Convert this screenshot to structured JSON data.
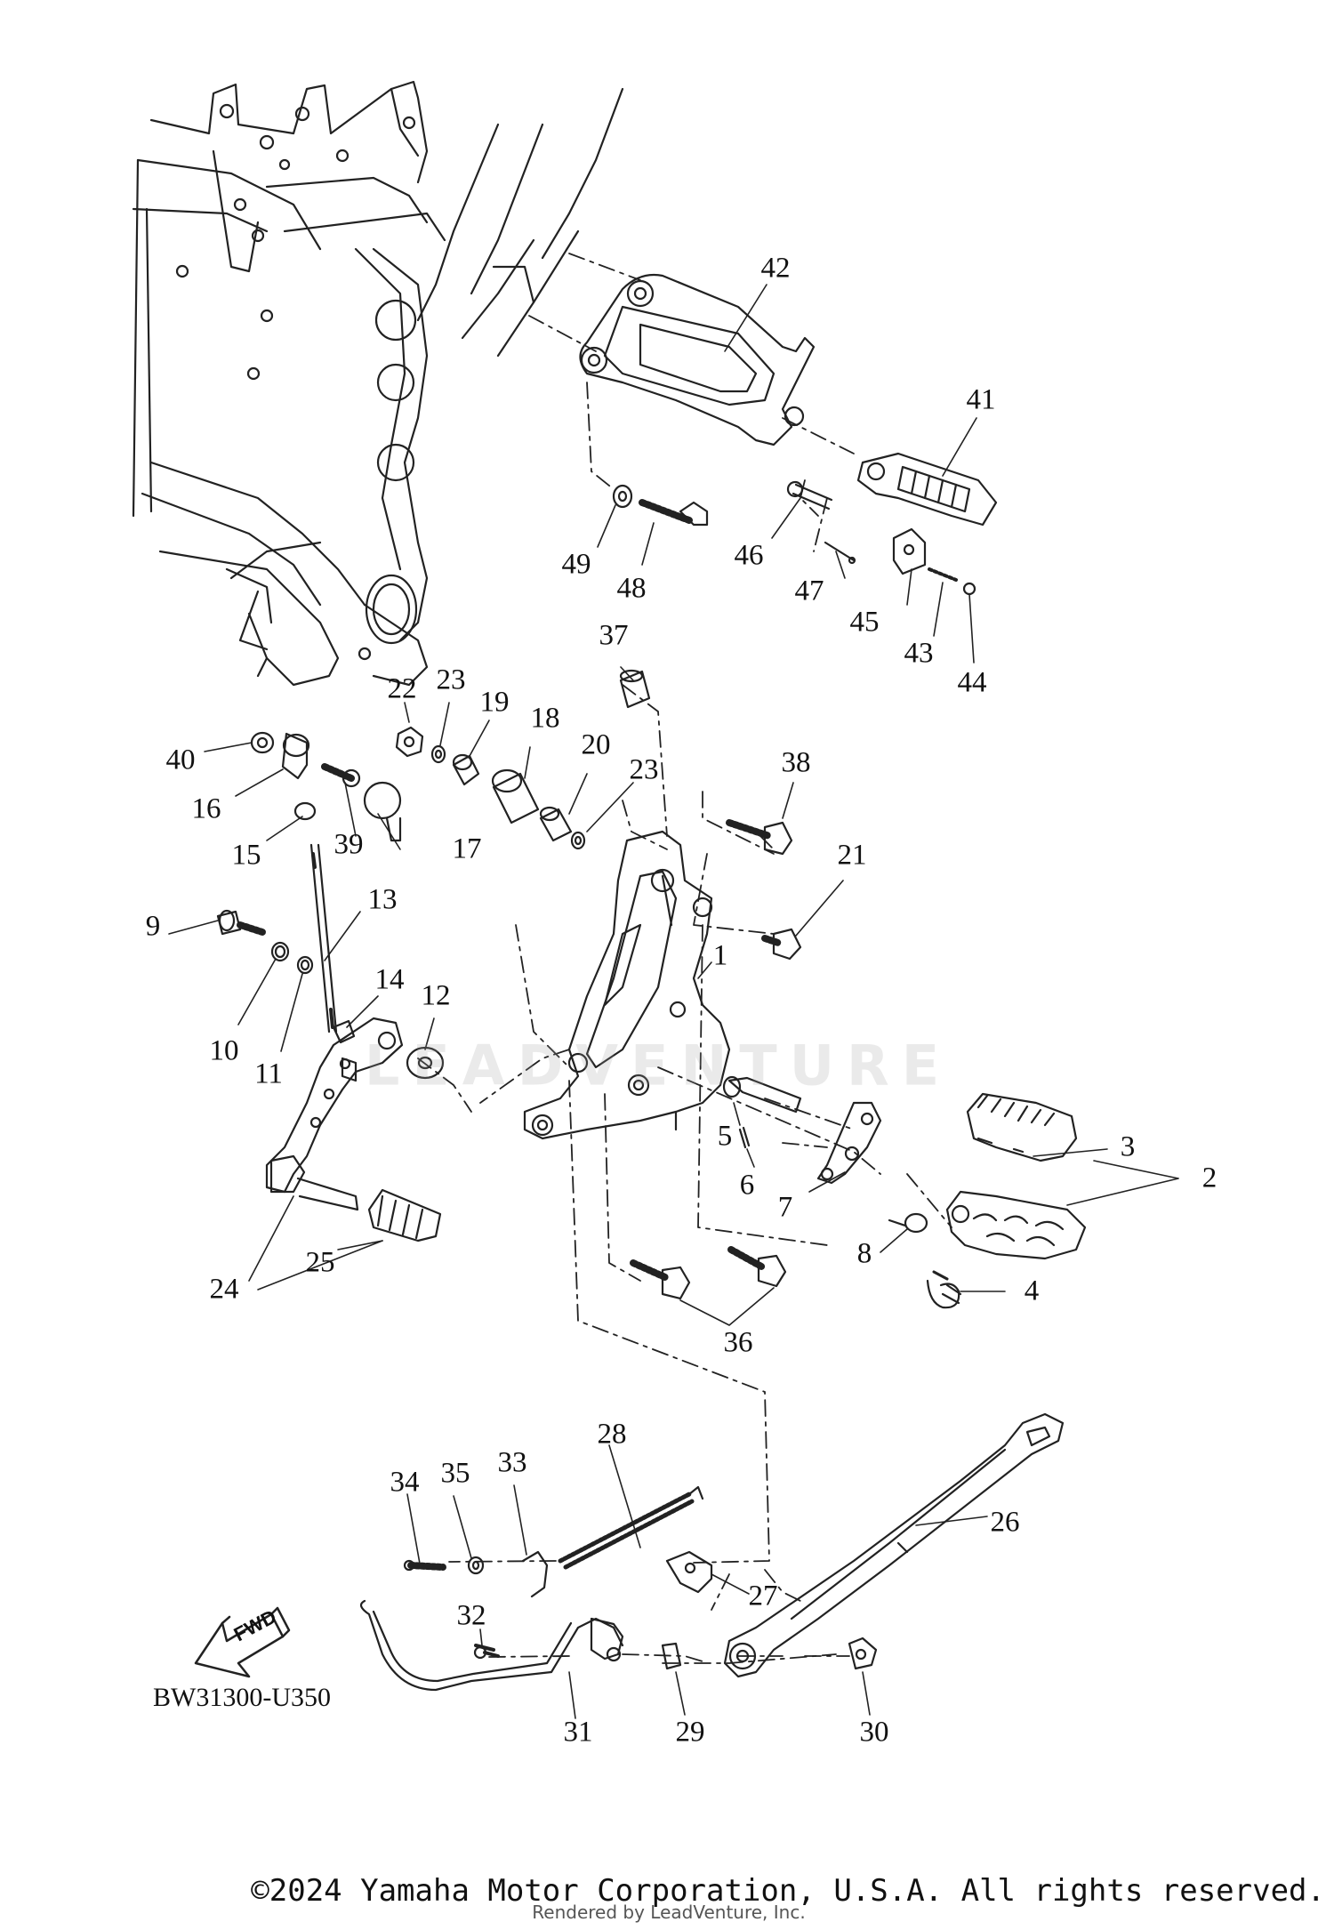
{
  "diagram": {
    "callouts": [
      {
        "id": "1",
        "label": "1"
      },
      {
        "id": "2",
        "label": "2"
      },
      {
        "id": "3",
        "label": "3"
      },
      {
        "id": "4",
        "label": "4"
      },
      {
        "id": "5",
        "label": "5"
      },
      {
        "id": "6",
        "label": "6"
      },
      {
        "id": "7",
        "label": "7"
      },
      {
        "id": "8",
        "label": "8"
      },
      {
        "id": "9",
        "label": "9"
      },
      {
        "id": "10",
        "label": "10"
      },
      {
        "id": "11",
        "label": "11"
      },
      {
        "id": "12",
        "label": "12"
      },
      {
        "id": "13",
        "label": "13"
      },
      {
        "id": "14",
        "label": "14"
      },
      {
        "id": "15",
        "label": "15"
      },
      {
        "id": "16",
        "label": "16"
      },
      {
        "id": "17",
        "label": "17"
      },
      {
        "id": "18",
        "label": "18"
      },
      {
        "id": "19",
        "label": "19"
      },
      {
        "id": "20",
        "label": "20"
      },
      {
        "id": "21",
        "label": "21"
      },
      {
        "id": "22",
        "label": "22"
      },
      {
        "id": "23a",
        "label": "23"
      },
      {
        "id": "23b",
        "label": "23"
      },
      {
        "id": "24",
        "label": "24"
      },
      {
        "id": "25",
        "label": "25"
      },
      {
        "id": "26",
        "label": "26"
      },
      {
        "id": "27",
        "label": "27"
      },
      {
        "id": "28",
        "label": "28"
      },
      {
        "id": "29",
        "label": "29"
      },
      {
        "id": "30",
        "label": "30"
      },
      {
        "id": "31",
        "label": "31"
      },
      {
        "id": "32",
        "label": "32"
      },
      {
        "id": "33",
        "label": "33"
      },
      {
        "id": "34",
        "label": "34"
      },
      {
        "id": "35",
        "label": "35"
      },
      {
        "id": "36",
        "label": "36"
      },
      {
        "id": "37",
        "label": "37"
      },
      {
        "id": "38",
        "label": "38"
      },
      {
        "id": "39",
        "label": "39"
      },
      {
        "id": "40",
        "label": "40"
      },
      {
        "id": "41",
        "label": "41"
      },
      {
        "id": "42",
        "label": "42"
      },
      {
        "id": "43",
        "label": "43"
      },
      {
        "id": "44",
        "label": "44"
      },
      {
        "id": "45",
        "label": "45"
      },
      {
        "id": "46",
        "label": "46"
      },
      {
        "id": "47",
        "label": "47"
      },
      {
        "id": "48",
        "label": "48"
      },
      {
        "id": "49",
        "label": "49"
      }
    ],
    "diagram_code": "BW31300-U350",
    "fwd_label": "FWD",
    "watermark": "LEADVENTURE",
    "copyright": "©2024 Yamaha Motor Corporation, U.S.A. All rights reserved.",
    "rendered_by": "Rendered by LeadVenture, Inc."
  }
}
